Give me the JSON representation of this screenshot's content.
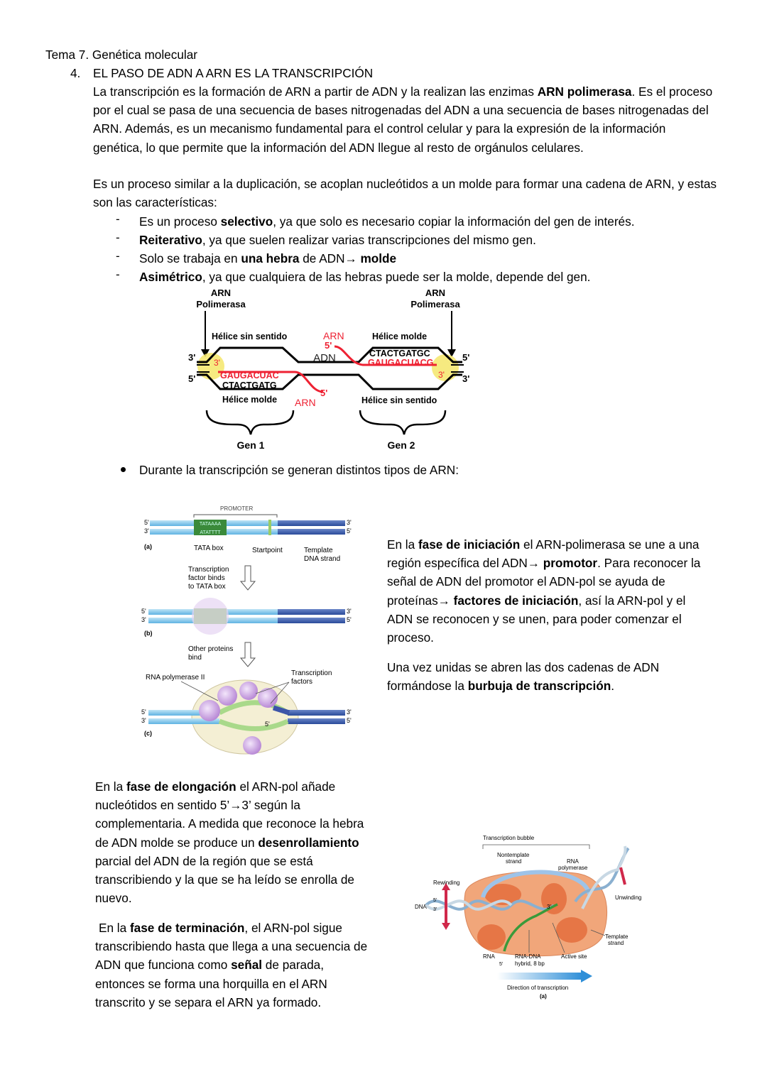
{
  "header": "Tema 7. Genética molecular",
  "section": {
    "number": "4.",
    "title": "EL PASO DE ADN A ARN ES LA TRANSCRIPCIÓN"
  },
  "intro": {
    "p1a": "La transcripción es la formación de ARN a partir de ADN y la realizan las enzimas ",
    "p1b": "ARN polimerasa",
    "p1c": ". Es el proceso por el cual se pasa de una secuencia de bases nitrogenadas del ADN a una secuencia de bases nitrogenadas del ARN. Además, es un mecanismo fundamental para el control celular y para la expresión de la información genética, lo que permite que la información del ADN llegue al resto de orgánulos celulares.",
    "p2": "Es un proceso similar a la duplicación, se acoplan nucleótidos a un molde para formar una cadena de ARN, y estas son las características:"
  },
  "characteristics": [
    {
      "pre": "Es un proceso ",
      "bold": "selectivo",
      "post": ", ya que solo es necesario copiar la información del gen de interés."
    },
    {
      "pre": "",
      "bold": "Reiterativo",
      "post": ", ya que suelen realizar varias transcripciones del mismo gen."
    },
    {
      "pre": "Solo se trabaja en ",
      "bold": "una hebra",
      "post": " de ADN→ ",
      "bold2": "molde"
    },
    {
      "pre": "",
      "bold": "Asimétrico",
      "post": ", ya que cualquiera de las hebras puede ser la molde, depende del gen."
    }
  ],
  "diagram1": {
    "pol_left": [
      "ARN",
      "Polimerasa"
    ],
    "pol_right": [
      "ARN",
      "Polimerasa"
    ],
    "helix_sense_left": "Hélice sin sentido",
    "helix_template_left": "Hélice molde",
    "helix_template_right": "Hélice molde",
    "helix_sense_right": "Hélice sin sentido",
    "dna": "ADN",
    "rna": "ARN",
    "seq_top_right": "CTACTGATGC",
    "seq_red_right": "GAUGACUACG",
    "seq_red_left": "GAUGACUAC",
    "seq_black_left": "CTACTGATG",
    "five": "5'",
    "three": "3'",
    "gene1": "Gen 1",
    "gene2": "Gen 2"
  },
  "bullet_text": "Durante la transcripción se generan distintos tipos de ARN:",
  "diagram2": {
    "promoter": "PROMOTER",
    "tataaaa": "TATAAAA",
    "atatttt": "ATATTTT",
    "label_a": "(a)",
    "label_b": "(b)",
    "label_c": "(c)",
    "tata_box": "TATA box",
    "startpoint": "Startpoint",
    "template": [
      "Template",
      "DNA strand"
    ],
    "tf_binds": [
      "Transcription",
      "factor binds",
      "to TATA box"
    ],
    "other_proteins": [
      "Other proteins",
      "bind"
    ],
    "rna_pol": "RNA polymerase II",
    "tfactors": [
      "Transcription",
      "factors"
    ],
    "five": "5'",
    "three": "3'"
  },
  "initiation": {
    "a": "En la ",
    "b": "fase de iniciación",
    "c": " el ARN-polimerasa se une a una región específica del ADN→ ",
    "d": "promotor",
    "e": ". Para reconocer la señal de ADN del promotor el ADN-pol se ayuda de proteínas→ ",
    "f": "factores de iniciación",
    "g": ", así la ARN-pol y el ADN se reconocen y se unen, para poder comenzar el proceso.",
    "p2a": "Una vez unidas se abren las dos cadenas de ADN formándose la ",
    "p2b": "burbuja de transcripción",
    "p2c": "."
  },
  "elongation": {
    "a": "En la ",
    "b": "fase de elongación",
    "c": " el ARN-pol añade nucleótidos en sentido 5’→3’ según la complementaria. A medida que reconoce la hebra de ADN molde se produce un ",
    "d": "desenrollamiento",
    "e": " parcial del ADN de la región que se está transcribiendo y la que se ha leído se enrolla de nuevo."
  },
  "termination": {
    "a": "En la ",
    "b": "fase de terminación",
    "c": ", el ARN-pol sigue transcribiendo hasta que llega a una secuencia de ADN que funciona como ",
    "d": "señal",
    "e": " de parada, entonces se forma una horquilla en el ARN transcrito y se separa el ARN ya formado."
  },
  "diagram3": {
    "bubble": "Transcription bubble",
    "nontemplate": [
      "Nontemplate",
      "strand"
    ],
    "rna_pol": [
      "RNA",
      "polymerase"
    ],
    "rewinding": "Rewinding",
    "unwinding": "Unwinding",
    "dna": "DNA",
    "template": [
      "Template",
      "strand"
    ],
    "rna": "RNA",
    "hybrid": [
      "RNA-DNA",
      "hybrid, 8 bp"
    ],
    "active_site": "Active site",
    "direction": "Direction of transcription",
    "label_a": "(a)",
    "five": "5'",
    "three": "3'"
  }
}
